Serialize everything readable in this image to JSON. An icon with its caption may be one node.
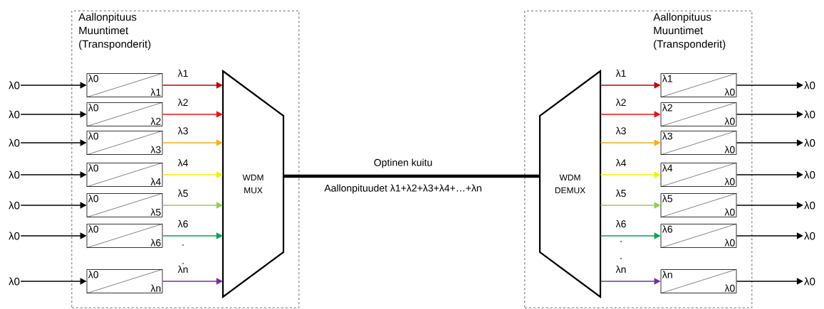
{
  "diagram": {
    "nodes": [
      {
        "text": [
          "Aallonpituus Muuntimet (Transponderit)"
        ]
      },
      {
        "text": [
          "λ0",
          "λ1"
        ],
        "in": 0
      },
      {
        "text": [
          "λ0",
          "λ2"
        ],
        "in": 0
      },
      {
        "text": [
          "λ0",
          "λ3"
        ],
        "in": 0
      },
      {
        "text": [
          "λ0",
          "λ4"
        ],
        "in": 0
      },
      {
        "text": [
          "λ0",
          "λ5"
        ],
        "in": 0
      },
      {
        "text": [
          "λ0",
          "λ6"
        ],
        "in": 0
      },
      {
        "text": [
          "λ0",
          "λn"
        ],
        "in": 0
      },
      {
        "text": [
          "WDM MUX"
        ],
        "in": 0
      },
      {
        "text": [
          "Aallonpituus Muuntimet (Transponderit)"
        ]
      },
      {
        "text": [
          "WDM DEMUX"
        ],
        "in": 9
      },
      {
        "text": [
          "λ1",
          "λ0"
        ],
        "in": 9
      },
      {
        "text": [
          "λ2",
          "λ0"
        ],
        "in": 9
      },
      {
        "text": [
          "λ3",
          "λ0"
        ],
        "in": 9
      },
      {
        "text": [
          "λ4",
          "λ0"
        ],
        "in": 9
      },
      {
        "text": [
          "λ5",
          "λ0"
        ],
        "in": 9
      },
      {
        "text": [
          "λ6",
          "λ0"
        ],
        "in": 9
      },
      {
        "text": [
          "λn",
          "λ0"
        ],
        "in": 9
      },
      {
        "text": [
          "λ0"
        ]
      },
      {
        "text": [
          "λ0"
        ]
      },
      {
        "text": [
          "λ0"
        ]
      },
      {
        "text": [
          "λ0"
        ]
      },
      {
        "text": [
          "λ0"
        ]
      },
      {
        "text": [
          "λ0"
        ]
      },
      {
        "text": [
          "λ0"
        ]
      },
      {
        "text": [
          "λ0"
        ]
      },
      {
        "text": [
          "λ0"
        ]
      },
      {
        "text": [
          "λ0"
        ]
      },
      {
        "text": [
          "λ0"
        ]
      },
      {
        "text": [
          "λ0"
        ]
      },
      {
        "text": [
          "λ0"
        ]
      },
      {
        "text": [
          "λ0"
        ]
      }
    ],
    "edges": [
      {
        "from": 18,
        "to": 1,
        "arrow": "to"
      },
      {
        "from": 19,
        "to": 2,
        "arrow": "to"
      },
      {
        "from": 20,
        "to": 3,
        "arrow": "to"
      },
      {
        "from": 21,
        "to": 4,
        "arrow": "to"
      },
      {
        "from": 22,
        "to": 5,
        "arrow": "to"
      },
      {
        "from": 23,
        "to": 6,
        "arrow": "to"
      },
      {
        "from": 24,
        "to": 7,
        "arrow": "to"
      },
      {
        "from": 1,
        "to": 8,
        "arrow": "to",
        "label": "λ1",
        "color": "#c00000"
      },
      {
        "from": 2,
        "to": 8,
        "arrow": "to",
        "label": "λ2",
        "color": "#e8161b"
      },
      {
        "from": 3,
        "to": 8,
        "arrow": "to",
        "label": "λ3",
        "color": "#f5b018"
      },
      {
        "from": 4,
        "to": 8,
        "arrow": "to",
        "label": "λ4",
        "color": "#f2f000"
      },
      {
        "from": 5,
        "to": 8,
        "arrow": "to",
        "label": "λ5",
        "color": "#92d050"
      },
      {
        "from": 6,
        "to": 8,
        "arrow": "to",
        "label": "λ6",
        "color": "#00a651"
      },
      {
        "from": 7,
        "to": 8,
        "arrow": "to",
        "label": "λn",
        "color": "#7030a0"
      },
      {
        "from": 8,
        "to": 10,
        "arrow": "none",
        "label": "Optinen kuitu",
        "style": "thick"
      },
      {
        "from": 10,
        "to": 11,
        "arrow": "to",
        "label": "λ1",
        "color": "#c00000"
      },
      {
        "from": 10,
        "to": 12,
        "arrow": "to",
        "label": "λ2",
        "color": "#e8161b"
      },
      {
        "from": 10,
        "to": 13,
        "arrow": "to",
        "label": "λ3",
        "color": "#f5b018"
      },
      {
        "from": 10,
        "to": 14,
        "arrow": "to",
        "label": "λ4",
        "color": "#f2f000"
      },
      {
        "from": 10,
        "to": 15,
        "arrow": "to",
        "label": "λ5",
        "color": "#92d050"
      },
      {
        "from": 10,
        "to": 16,
        "arrow": "to",
        "label": "λ6",
        "color": "#00a651"
      },
      {
        "from": 10,
        "to": 17,
        "arrow": "to",
        "label": "λn",
        "color": "#7030a0"
      },
      {
        "from": 11,
        "to": 25,
        "arrow": "to"
      },
      {
        "from": 12,
        "to": 26,
        "arrow": "to"
      },
      {
        "from": 13,
        "to": 27,
        "arrow": "to"
      },
      {
        "from": 14,
        "to": 28,
        "arrow": "to"
      },
      {
        "from": 15,
        "to": 29,
        "arrow": "to"
      },
      {
        "from": 16,
        "to": 30,
        "arrow": "to"
      },
      {
        "from": 17,
        "to": 31,
        "arrow": "to"
      }
    ],
    "labels": [
      "Aallonpituudet λ1+λ2+λ3+λ4+…+λn",
      ".",
      ".",
      ".",
      "."
    ]
  }
}
